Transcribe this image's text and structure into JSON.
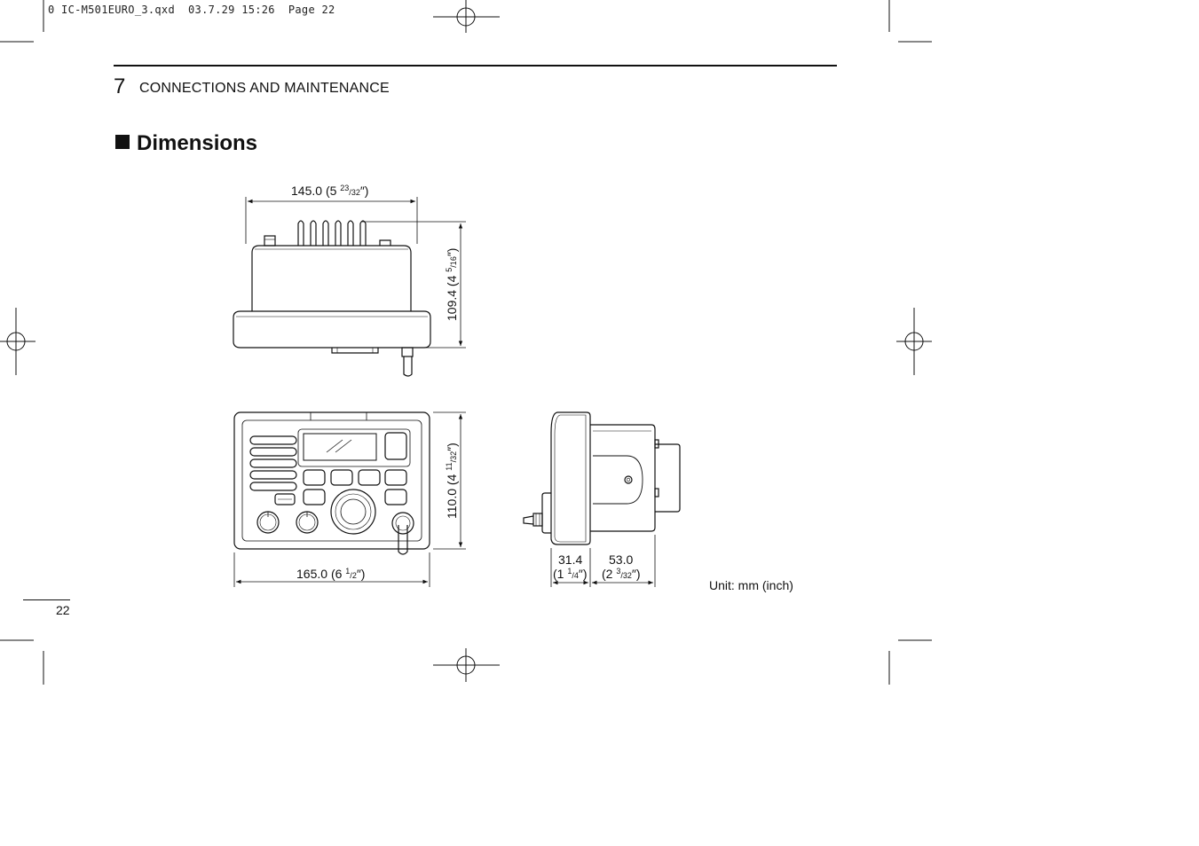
{
  "slug": "0 IC-M501EURO_3.qxd  03.7.29 15:26  Page 22",
  "chapter": {
    "number": "7",
    "title": "CONNECTIONS AND MAINTENANCE"
  },
  "section": {
    "title": "Dimensions"
  },
  "dimensions": {
    "top_width": {
      "mm": "145.0",
      "whole": "(5 ",
      "num": "23",
      "den": "32",
      "close": "″)"
    },
    "top_height": {
      "mm": "109.4",
      "whole": "(4 ",
      "num": "5",
      "den": "16",
      "close": "″)"
    },
    "front_width": {
      "mm": "165.0",
      "whole": "(6 ",
      "num": "1",
      "den": "2",
      "close": "″)"
    },
    "front_height": {
      "mm": "110.0",
      "whole": "(4 ",
      "num": "11",
      "den": "32",
      "close": "″)"
    },
    "side_front": {
      "mm": "31.4",
      "whole": "(1 ",
      "num": "1",
      "den": "4",
      "close": "″)"
    },
    "side_rear": {
      "mm": "53.0",
      "whole": "(2 ",
      "num": "3",
      "den": "32",
      "close": "″)"
    }
  },
  "unit_note": "Unit: mm (inch)",
  "page_number": "22"
}
